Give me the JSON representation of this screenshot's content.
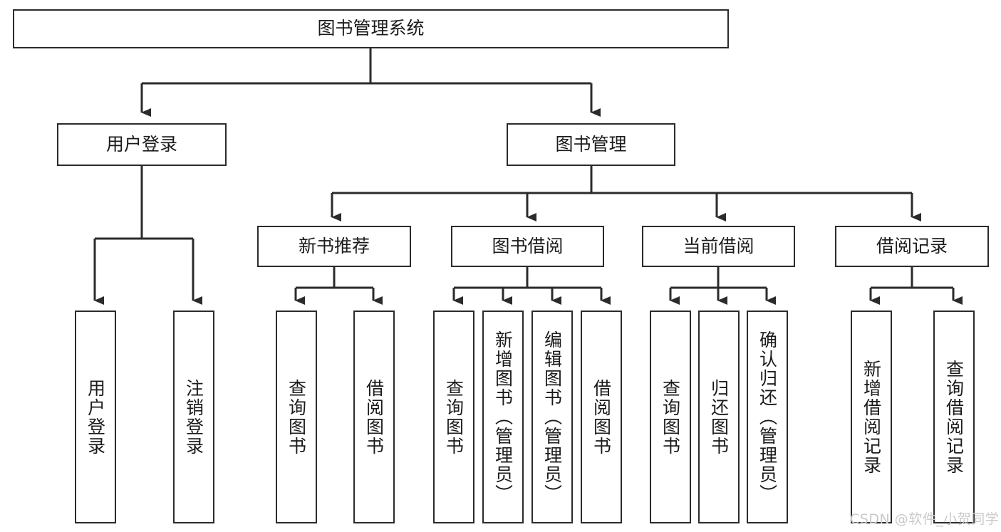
{
  "diagram": {
    "type": "tree",
    "title": "图书管理系统",
    "root": {
      "label": "图书管理系统"
    },
    "level1": [
      {
        "label": "用户登录"
      },
      {
        "label": "图书管理"
      }
    ],
    "level2": [
      {
        "label": "新书推荐"
      },
      {
        "label": "图书借阅"
      },
      {
        "label": "当前借阅"
      },
      {
        "label": "借阅记录"
      }
    ],
    "leaves": {
      "user_login": [
        {
          "label": "用户登录"
        },
        {
          "label": "注销登录"
        }
      ],
      "new_book_recommend": [
        {
          "label": "查询图书"
        },
        {
          "label": "借阅图书"
        }
      ],
      "book_borrow": [
        {
          "label": "查询图书"
        },
        {
          "label": "新增图书（管理员）"
        },
        {
          "label": "编辑图书（管理员）"
        },
        {
          "label": "借阅图书"
        }
      ],
      "current_borrow": [
        {
          "label": "查询图书"
        },
        {
          "label": "归还图书"
        },
        {
          "label": "确认归还（管理员）"
        }
      ],
      "borrow_record": [
        {
          "label": "新增借阅记录"
        },
        {
          "label": "查询借阅记录"
        }
      ]
    }
  },
  "watermark": {
    "text": "CSDN @软件_小贺同学"
  },
  "colors": {
    "stroke": "#2b2b2b",
    "background": "#ffffff",
    "text": "#1b1b1b",
    "watermark": "#c9c9c9"
  }
}
